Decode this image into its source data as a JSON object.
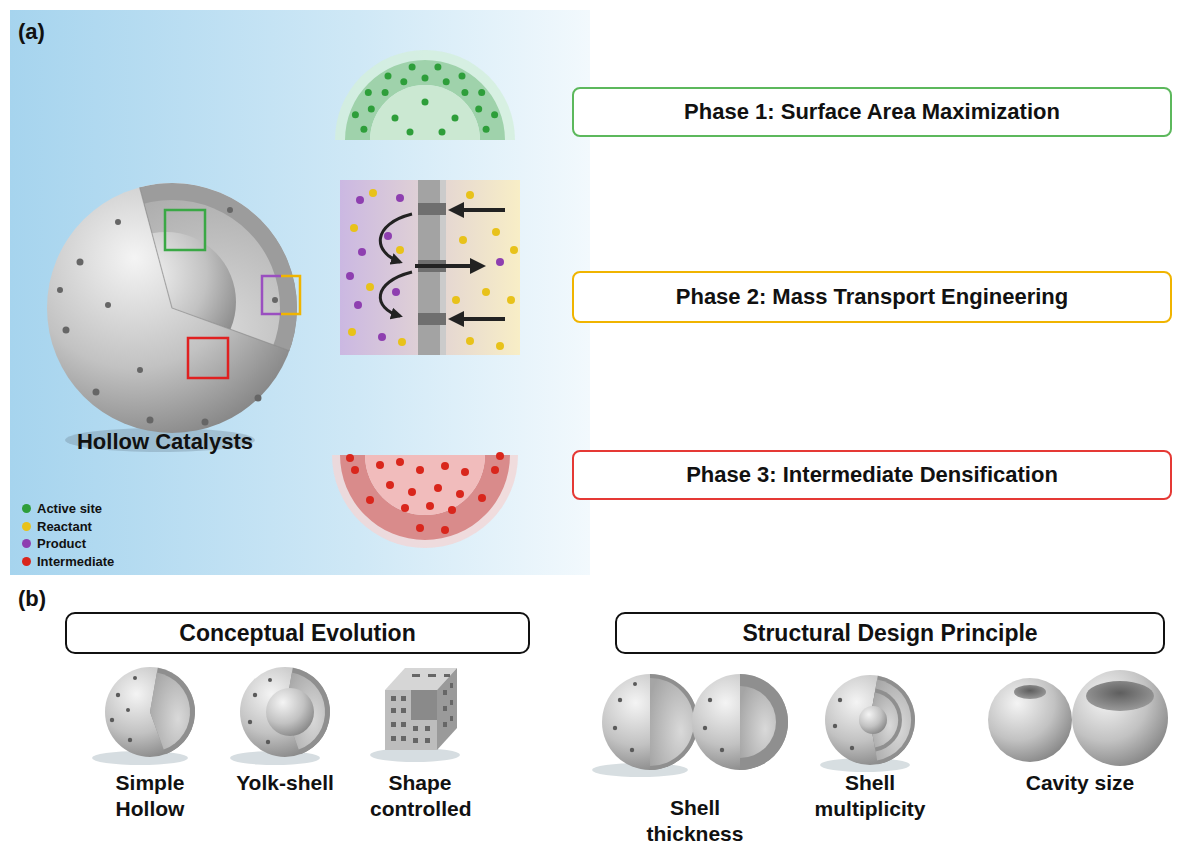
{
  "diagram": {
    "nodes": [
      {
        "text": [
          "Phase 1: Surface Area Maximization"
        ]
      },
      {
        "text": [
          "Phase 2: Mass Transport Engineering"
        ]
      },
      {
        "text": [
          "Phase 3: Intermediate Densification"
        ]
      },
      {
        "text": [
          "Conceptual Evolution"
        ]
      },
      {
        "text": [
          "Structural Design Principle"
        ]
      }
    ],
    "labels": [
      "(a)",
      "Hollow Catalysts",
      "(b)",
      "Simple Hollow",
      "Yolk-shell",
      "Shape controlled",
      "Shell thickness",
      "Shell multiplicity",
      "Cavity size"
    ],
    "legend": [
      {
        "text": "Active site",
        "color": "#2e9e3a"
      },
      {
        "text": "Reactant",
        "color": "#e8c21a"
      },
      {
        "text": "Product",
        "color": "#8e3fb0"
      },
      {
        "text": "Intermediate",
        "color": "#d9261c"
      }
    ]
  }
}
